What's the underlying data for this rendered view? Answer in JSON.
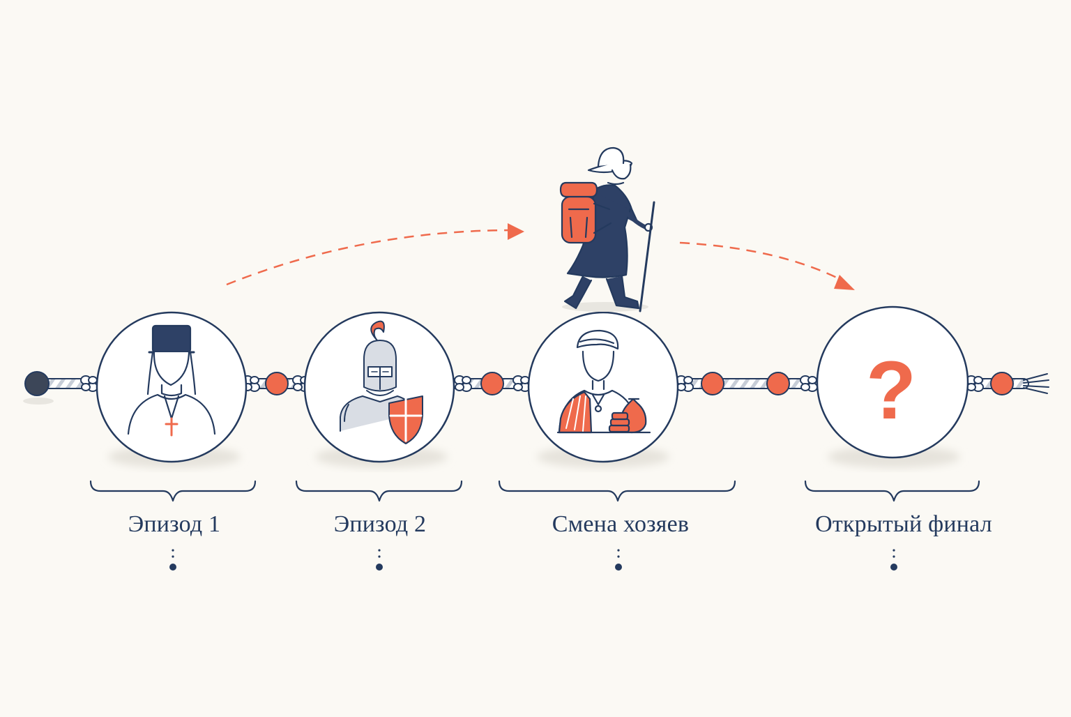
{
  "episodes": [
    {
      "label": "Эпизод 1",
      "icon": "priest-icon"
    },
    {
      "label": "Эпизод 2",
      "icon": "knight-icon"
    },
    {
      "label": "Смена хозяев",
      "icon": "merchant-icon"
    },
    {
      "label": "Открытый финал",
      "icon": "question-mark-icon",
      "glyph": "?"
    }
  ],
  "traveler": {
    "icon": "traveler-icon"
  },
  "colors": {
    "navy": "#243a5e",
    "accent": "#ef6a4c",
    "background": "#fbf9f4",
    "rope": "#b9c0cc"
  }
}
